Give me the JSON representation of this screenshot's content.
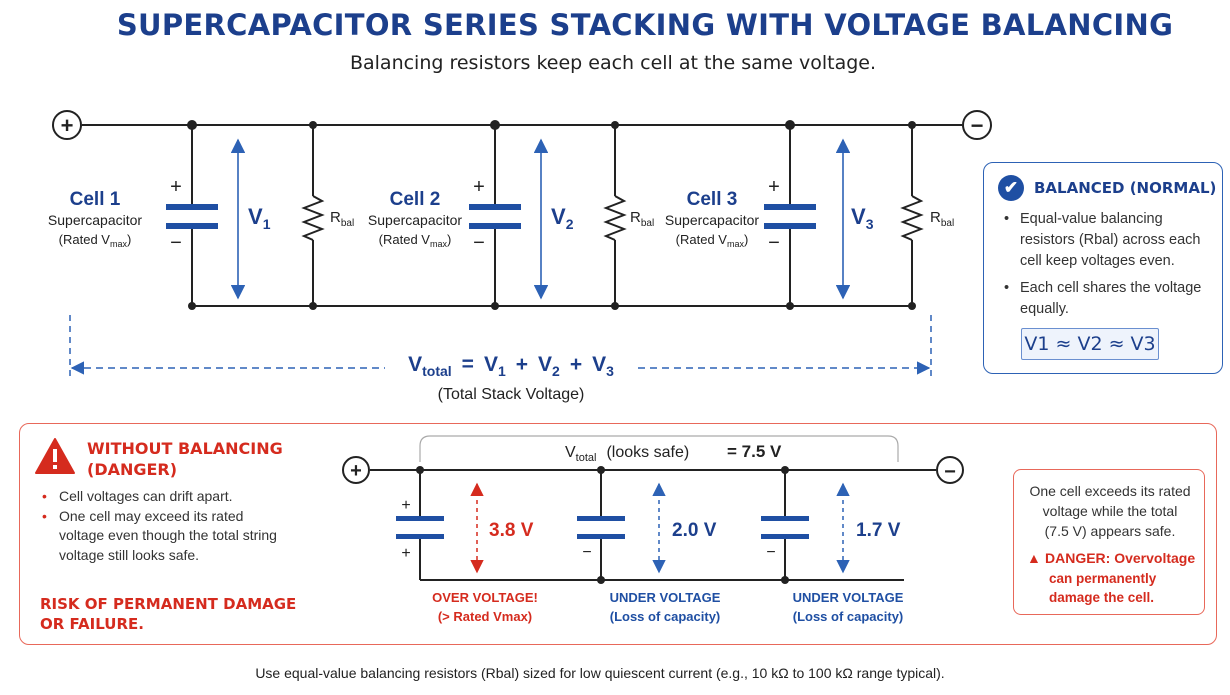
{
  "title": "SUPERCAPACITOR SERIES STACKING WITH VOLTAGE BALANCING",
  "subtitle": "Balancing resistors keep each cell at the same voltage.",
  "terminals": {
    "positive": "+",
    "negative": "−"
  },
  "cells": [
    {
      "name": "Cell 1",
      "type": "Supercapacitor",
      "rated_prefix": "(Rated V",
      "rated_sub": "max",
      "rated_suffix": ")",
      "v": "V",
      "v_sub": "1",
      "r": "R",
      "r_sub": "bal",
      "plus": "+",
      "minus": "−"
    },
    {
      "name": "Cell 2",
      "type": "Supercapacitor",
      "rated_prefix": "(Rated V",
      "rated_sub": "max",
      "rated_suffix": ")",
      "v": "V",
      "v_sub": "2",
      "r": "R",
      "r_sub": "bal",
      "plus": "+",
      "minus": "−"
    },
    {
      "name": "Cell 3",
      "type": "Supercapacitor",
      "rated_prefix": "(Rated V",
      "rated_sub": "max",
      "rated_suffix": ")",
      "v": "V",
      "v_sub": "3",
      "r": "R",
      "r_sub": "bal",
      "plus": "+",
      "minus": "−"
    }
  ],
  "total": {
    "v": "V",
    "v_sub": "total",
    "eq": "=",
    "v1": "V",
    "v1_sub": "1",
    "plus1": "+",
    "v2": "V",
    "v2_sub": "2",
    "plus2": "+",
    "v3": "V",
    "v3_sub": "3",
    "caption": "(Total Stack Voltage)"
  },
  "balanced": {
    "title": "BALANCED (NORMAL)",
    "check": "✔",
    "bullets": [
      "Equal-value balancing resistors (Rbal) across each cell keep voltages even.",
      "Each cell shares the voltage equally."
    ],
    "equation": "V1 ≈ V2 ≈ V3"
  },
  "unbalanced": {
    "title_line1": "WITHOUT BALANCING",
    "title_line2": "(DANGER)",
    "bullets": [
      "Cell voltages can drift apart.",
      "One cell may exceed its rated voltage even though the total string voltage still looks safe."
    ],
    "risk_line1": "RISK OF PERMANENT DAMAGE",
    "risk_line2": "OR FAILURE.",
    "total_v": "V",
    "total_sub": "total",
    "total_note": "(looks safe)",
    "total_value": "= 7.5 V",
    "cells": [
      {
        "voltage": "3.8 V",
        "status": "OVER VOLTAGE!",
        "detail": "(> Rated Vmax)",
        "plus": "+",
        "minus": "+"
      },
      {
        "voltage": "2.0 V",
        "status": "UNDER VOLTAGE",
        "detail": "(Loss of capacity)",
        "minus": "−"
      },
      {
        "voltage": "1.7 V",
        "status": "UNDER VOLTAGE",
        "detail": "(Loss of capacity)",
        "minus": "−"
      }
    ],
    "note_lines": [
      "One cell exceeds its rated",
      "voltage while the total",
      "(7.5 V) appears safe."
    ],
    "danger_label": "DANGER: Overvoltage",
    "danger_desc": "can permanently damage the cell."
  },
  "footer": "Use equal-value balancing resistors (Rbal) sized for low quiescent current (e.g., 10 kΩ to 100 kΩ range typical).",
  "colors": {
    "blue": "#1c3f8c",
    "red": "#d52b1e",
    "cap_blue": "#1f4fa3",
    "wire": "#222222"
  }
}
